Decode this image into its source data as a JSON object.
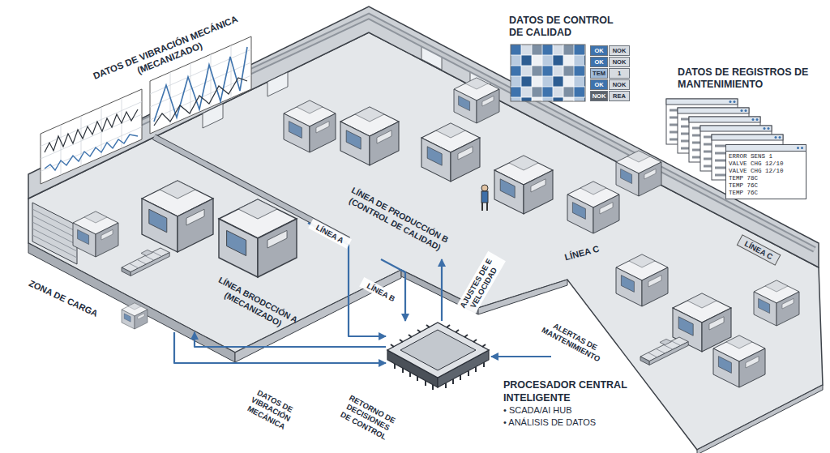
{
  "diagram": {
    "nodes": [
      {
        "text": [
          "DATOS DE VIBRACIÓN MECÁNICA (MECANIZADO)"
        ]
      },
      {
        "text": [
          "DATOS DE CONTROL DE CALIDAD",
          "OK",
          "NOK",
          "OK",
          "NOK",
          "TEM",
          "1",
          "OK",
          "NOK",
          "NOK",
          "REA"
        ]
      },
      {
        "text": [
          "DATOS DE REGISTROS DE MANTENIMIENTO",
          "ERROR SENS 1",
          "VALVE CHG 12/10",
          "VALVE CHG 12/10",
          "TEMP 78C",
          "TEMP 76C",
          "TEMP 76C"
        ]
      },
      {
        "text": [
          "LÍNEA BRODCCIÓN A (MECANIZADO)"
        ]
      },
      {
        "text": [
          "LÍNEA DE PRODUCCIÓN B (CONTROL DE CALIDAD)"
        ]
      },
      {
        "text": [
          "LÍNEA C"
        ]
      },
      {
        "text": [
          "PROCESADOR CENTRAL INTELIGENTE",
          "• SCADA/AI HUB",
          "• ANÁLISIS DE DATOS"
        ]
      }
    ],
    "edges": [
      {
        "from": 3,
        "to": 6,
        "label": "DATOS DE VIBRACIÓN MECÁNICA",
        "arrow": "to"
      },
      {
        "from": 6,
        "to": 3,
        "label": "RETORNO DE DECISIONES DE CONTROL",
        "arrow": "to"
      },
      {
        "from": 3,
        "to": 6,
        "label": "LÍNEA A",
        "arrow": "to"
      },
      {
        "from": 4,
        "to": 6,
        "label": "LÍNEA B",
        "arrow": "to"
      },
      {
        "from": 6,
        "to": 4,
        "label": "AJUSTES DE E VELOCIDAD",
        "arrow": "to"
      },
      {
        "from": 5,
        "to": 6,
        "label": "ALERTAS DE MANTENIMIENTO",
        "arrow": "to"
      }
    ],
    "labels": [
      "ZONA DE CARGA",
      "LÍNEA C"
    ]
  }
}
